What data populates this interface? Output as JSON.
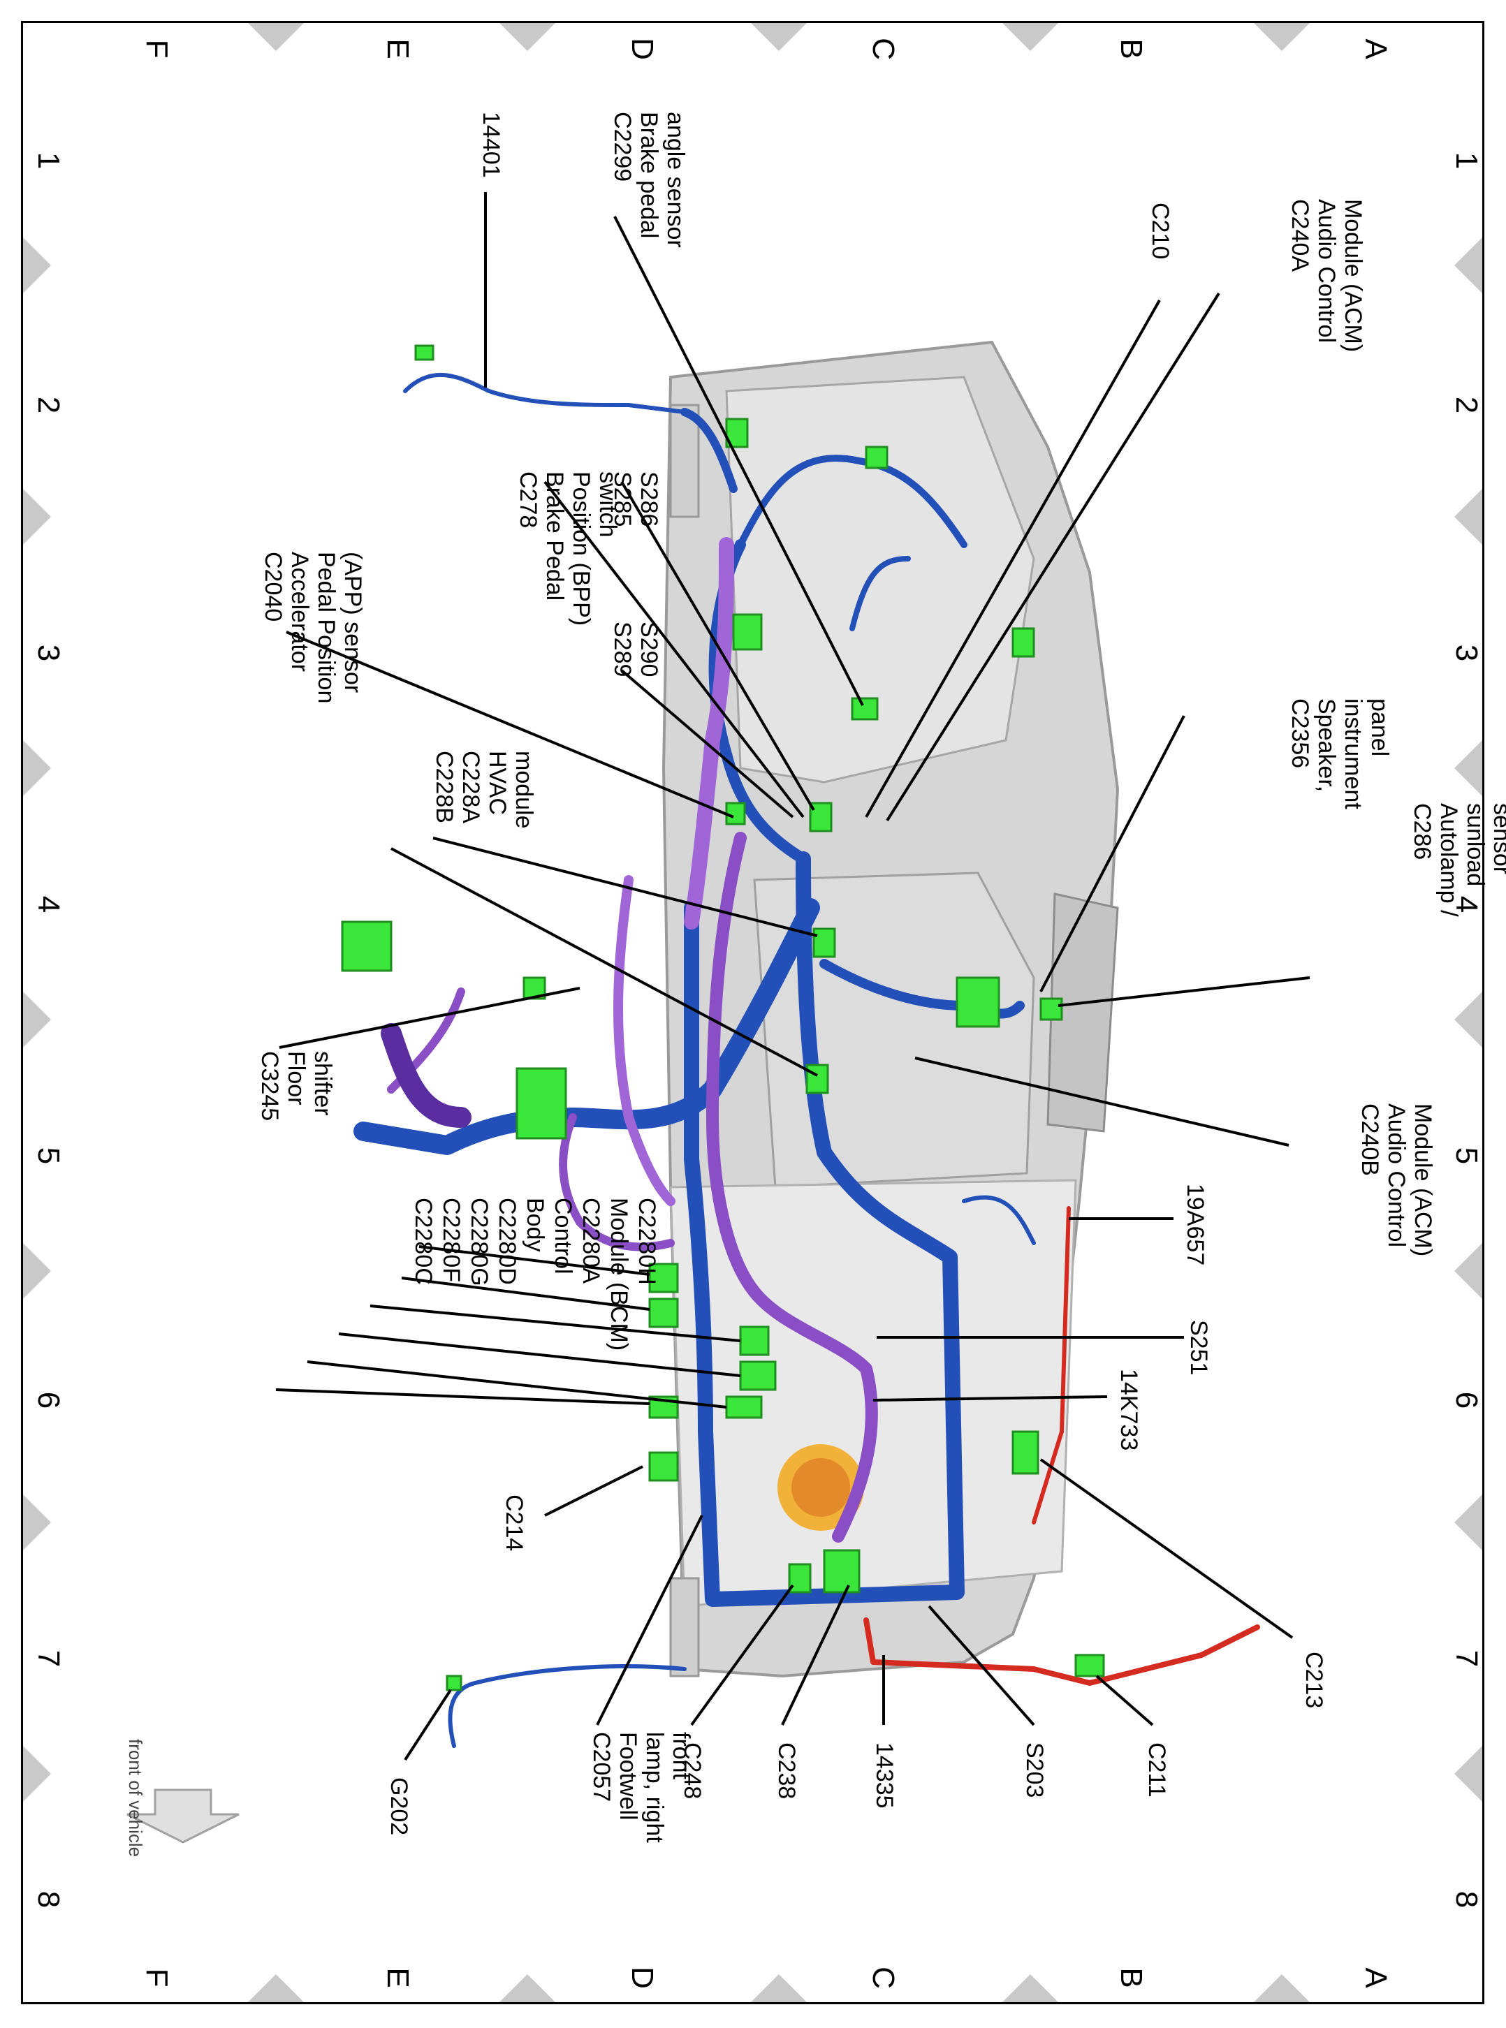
{
  "grid": {
    "rows": [
      "A",
      "B",
      "C",
      "D",
      "E",
      "F"
    ],
    "columns": [
      "1",
      "2",
      "3",
      "4",
      "5",
      "6",
      "7",
      "8"
    ]
  },
  "callouts": {
    "c240a": [
      "C240A",
      "Audio Control",
      "Module (ACM)"
    ],
    "c210": [
      "C210"
    ],
    "c2299": [
      "C2299",
      "Brake pedal",
      "angle sensor"
    ],
    "n14401": [
      "14401"
    ],
    "s285": [
      "S285",
      "S286"
    ],
    "c278": [
      "C278",
      "Brake Pedal",
      "Position (BPP)",
      "switch"
    ],
    "s289": [
      "S289",
      "S290"
    ],
    "c2040": [
      "C2040",
      "Accelerator",
      "Pedal Position",
      "(APP) sensor"
    ],
    "c228": [
      "C228B",
      "C228A",
      "HVAC",
      "module"
    ],
    "c2356": [
      "C2356",
      "Speaker,",
      "instrument",
      "panel"
    ],
    "c286": [
      "C286",
      "Autolamp /",
      "sunload",
      "sensor"
    ],
    "c3245": [
      "C3245",
      "Floor",
      "shifter"
    ],
    "c240b": [
      "C240B",
      "Audio Control",
      "Module (ACM)"
    ],
    "n19a657": [
      "19A657"
    ],
    "s251": [
      "S251"
    ],
    "n14k733": [
      "14K733"
    ],
    "bcm": [
      "C2280C",
      "C2280F",
      "C2280G",
      "C2280D",
      "Body",
      "Control",
      "C2280A",
      "Module (BCM)",
      "C2280H"
    ],
    "c214": [
      "C214"
    ],
    "c213": [
      "C213"
    ],
    "c2057": [
      "C2057",
      "Footwell",
      "lamp, right",
      "front"
    ],
    "c248": [
      "C248"
    ],
    "c238": [
      "C238"
    ],
    "n14335": [
      "14335"
    ],
    "s203": [
      "S203"
    ],
    "c211": [
      "C211"
    ],
    "g202": [
      "G202"
    ]
  },
  "front_label": "front of vehicle",
  "colors": {
    "harness_blue": "#2350b8",
    "harness_purple": "#8a4fc4",
    "harness_red": "#d42a20",
    "connector_green": "#39e639",
    "dash_gray": "#d6d6d6",
    "grid_marker": "#c9c9c9"
  }
}
